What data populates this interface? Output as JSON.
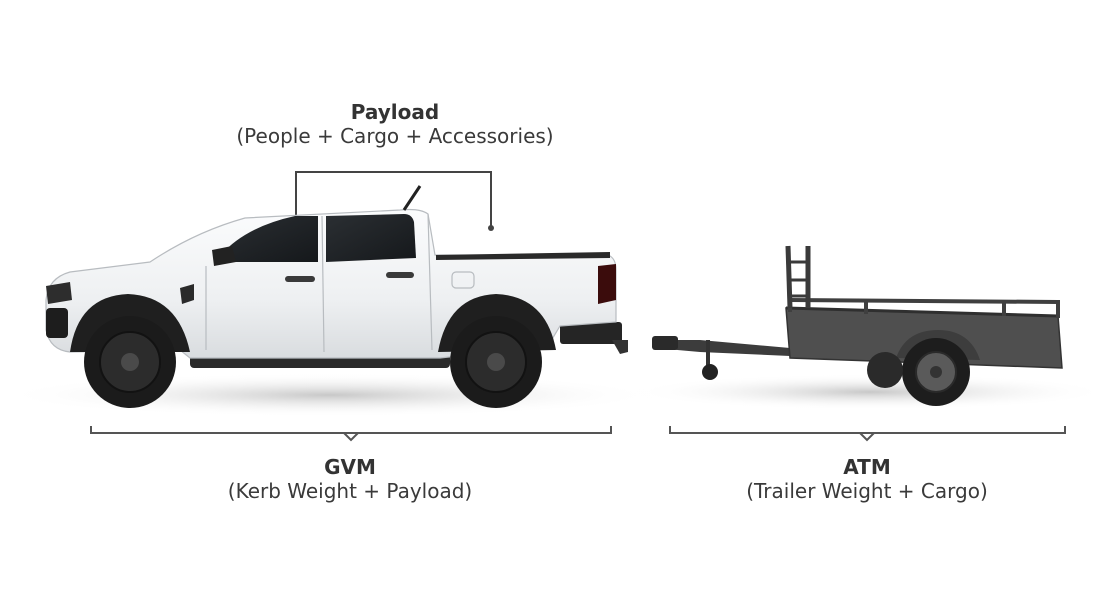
{
  "labels": {
    "payload": {
      "title": "Payload",
      "formula": "(People + Cargo + Accessories)"
    },
    "gvm": {
      "title": "GVM",
      "formula": "(Kerb Weight + Payload)"
    },
    "atm": {
      "title": "ATM",
      "formula": "(Trailer Weight + Cargo)"
    }
  },
  "colors": {
    "text": "#3a3a3a",
    "bracket": "#444444",
    "truck_body": "#f2f4f6",
    "tyre": "#1b1b1b",
    "trailer": "#4a4a4a"
  },
  "icons": {
    "vehicle": "pickup-truck-icon",
    "trailer": "box-trailer-icon"
  }
}
